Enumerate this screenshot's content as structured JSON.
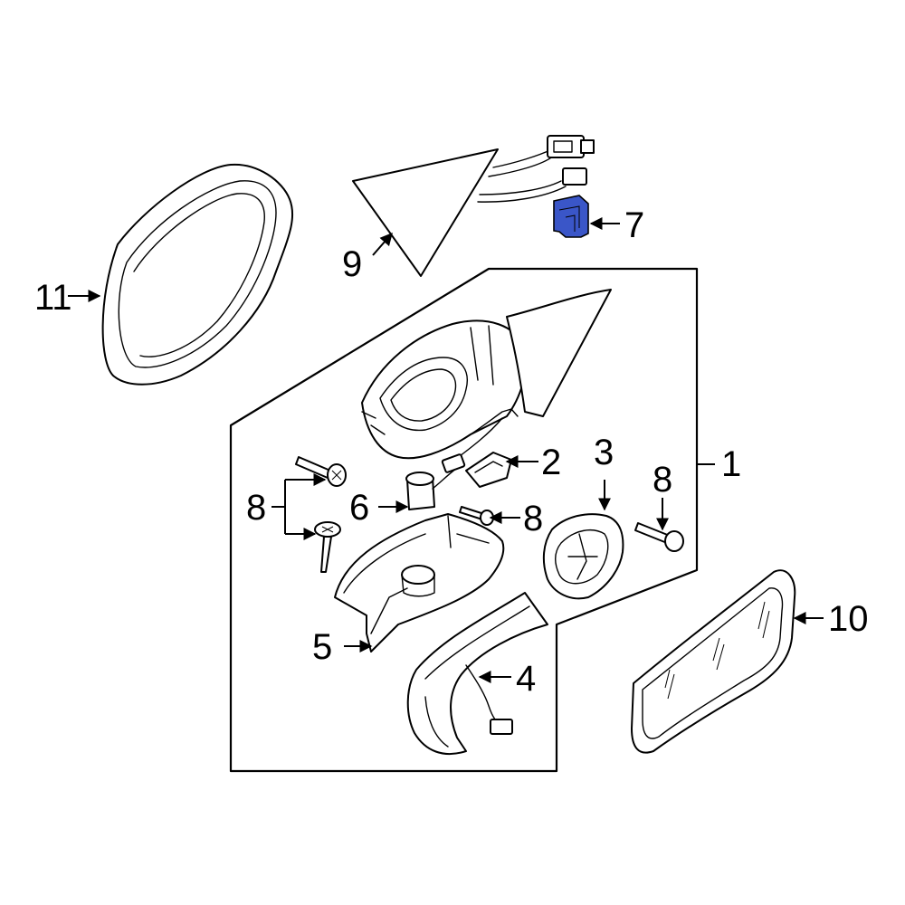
{
  "highlight_color": "#3a56c8",
  "callouts": {
    "c1": "1",
    "c2": "2",
    "c3": "3",
    "c4": "4",
    "c5": "5",
    "c6": "6",
    "c7": "7",
    "c8a": "8",
    "c8b": "8",
    "c8c": "8",
    "c9": "9",
    "c10": "10",
    "c11": "11"
  }
}
